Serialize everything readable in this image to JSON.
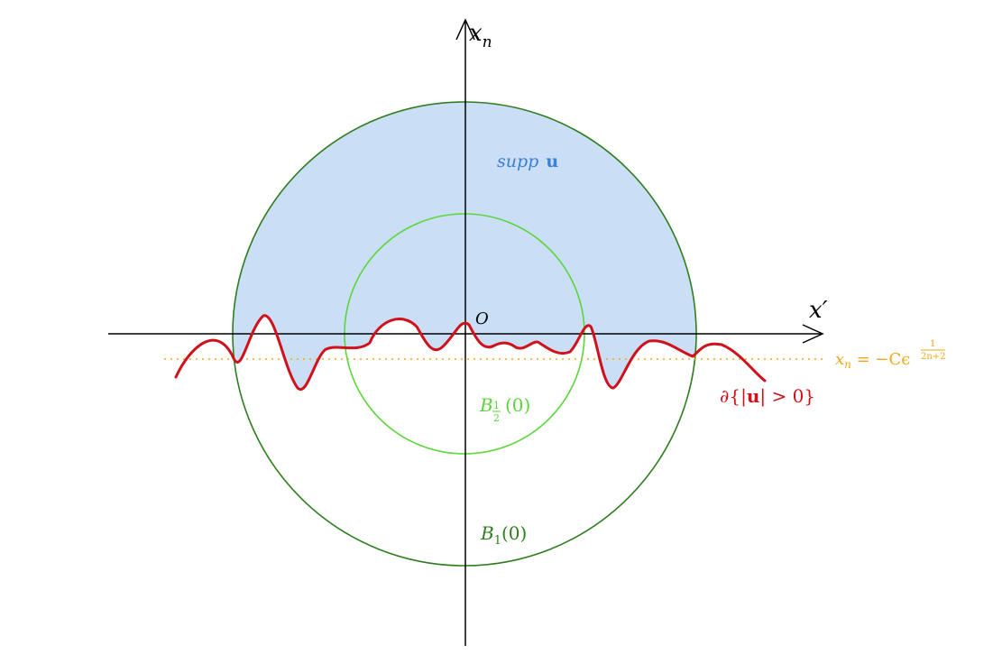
{
  "colors": {
    "support_fill": "#cadef6",
    "support_text": "#3a7fd5",
    "outer_circle": "#2e7d1e",
    "inner_circle": "#5bd63a",
    "free_boundary": "#d0101a",
    "dotted_line": "#f2a817",
    "axes": "#000000"
  },
  "labels": {
    "x_axis": "x′",
    "x_n_axis_base": "x",
    "x_n_axis_sub": "n",
    "origin": "O",
    "support_italic": "supp",
    "support_bold": "u",
    "inner_ball_base": "B",
    "inner_ball_sub_num": "1",
    "inner_ball_sub_den": "2",
    "inner_ball_arg": "(0)",
    "outer_ball_base": "B",
    "outer_ball_sub": "1",
    "outer_ball_arg": "(0)",
    "boundary_prefix": "∂{|",
    "boundary_bold": "u",
    "boundary_suffix": "| > 0}",
    "plane_lhs_base": "x",
    "plane_lhs_sub": "n",
    "plane_rhs": " = −Cϵ",
    "plane_exp_num": "1",
    "plane_exp_den": "2n+2"
  }
}
